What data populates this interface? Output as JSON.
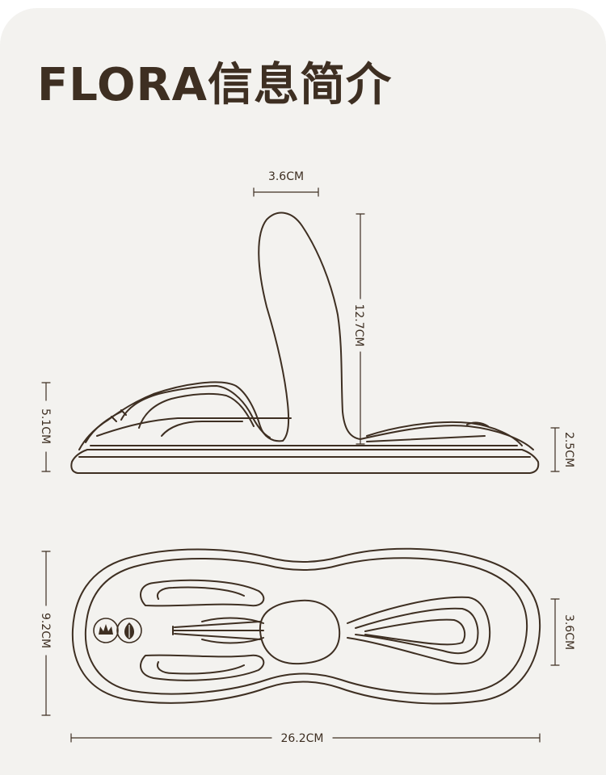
{
  "title": "FLORA信息简介",
  "colors": {
    "background": "#f3f2ef",
    "outline": "#3e2f22"
  },
  "dimensions": {
    "shaft_width": "3.6CM",
    "shaft_height": "12.7CM",
    "side_height": "5.1CM",
    "base_height": "2.5CM",
    "top_width": "9.2CM",
    "top_right_width": "3.6CM",
    "length": "26.2CM"
  },
  "icons": [
    "crown-logo-icon",
    "leaf-logo-icon"
  ]
}
